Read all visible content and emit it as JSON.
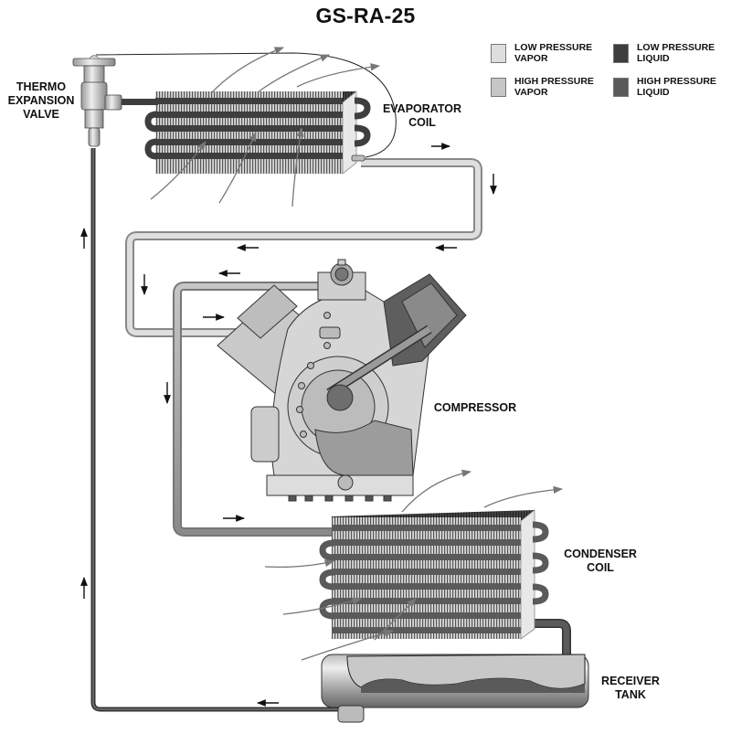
{
  "title": "GS-RA-25",
  "legend": [
    {
      "label_line1": "LOW PRESSURE",
      "label_line2": "VAPOR",
      "color": "#dedede"
    },
    {
      "label_line1": "LOW PRESSURE",
      "label_line2": "LIQUID",
      "color": "#3e3e3e"
    },
    {
      "label_line1": "HIGH PRESSURE",
      "label_line2": "VAPOR",
      "color": "#c6c6c6"
    },
    {
      "label_line1": "HIGH PRESSURE",
      "label_line2": "LIQUID",
      "color": "#5a5a5a"
    }
  ],
  "components": {
    "expansion_valve": {
      "line1": "THERMO",
      "line2": "EXPANSION",
      "line3": "VALVE"
    },
    "evaporator": {
      "line1": "EVAPORATOR",
      "line2": "COIL"
    },
    "compressor": {
      "line1": "COMPRESSOR"
    },
    "condenser": {
      "line1": "CONDENSER",
      "line2": "COIL"
    },
    "receiver": {
      "line1": "RECEIVER",
      "line2": "TANK"
    }
  },
  "colors": {
    "low_vapor": "#dedede",
    "high_vapor": "#c6c6c6",
    "low_liquid": "#3e3e3e",
    "high_liquid": "#5a5a5a",
    "airflow": "#777777"
  }
}
